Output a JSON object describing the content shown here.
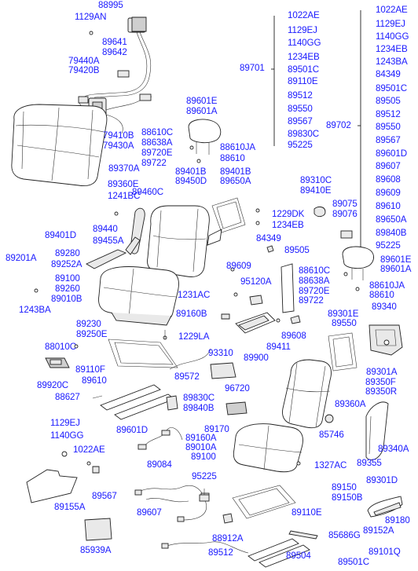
{
  "labels": {
    "p88995": "88995",
    "p1129AN": "1129AN",
    "p89641": "89641",
    "p89642": "89642",
    "p79440A": "79440A",
    "p79420B": "79420B",
    "p79410B": "79410B",
    "p79430A": "79430A",
    "p89370A": "89370A",
    "p89360E": "89360E",
    "p1241BC": "1241BC",
    "p89601E_a": "89601E",
    "p89601A_a": "89601A",
    "p88610C_a": "88610C",
    "p88638A_a": "88638A",
    "p89720E_a": "89720E",
    "p89722_a": "89722",
    "p88610JA_a": "88610JA",
    "p88610_a": "88610",
    "p89401B_a": "89401B",
    "p89450D": "89450D",
    "p89401B_b": "89401B",
    "p89650A_a": "89650A",
    "p89460C": "89460C",
    "p89401D": "89401D",
    "p89440": "89440",
    "p89455A": "89455A",
    "p89201A": "89201A",
    "p89280": "89280",
    "p89252A": "89252A",
    "p89100_a": "89100",
    "p89260": "89260",
    "p89010B": "89010B",
    "p1243BA": "1243BA",
    "p1229DK": "1229DK",
    "p1234EB_a": "1234EB",
    "p84349_a": "84349",
    "p89505_a": "89505",
    "p89609_a": "89609",
    "p95120A": "95120A",
    "p1231AC": "1231AC",
    "p89160B": "89160B",
    "p89230": "89230",
    "p89250E": "89250E",
    "p1229LA": "1229LA",
    "p88010C": "88010C",
    "p89900": "89900",
    "p89411": "89411",
    "p89608_a": "89608",
    "p89920C": "89920C",
    "p89110F": "89110F",
    "p89610_a": "89610",
    "p93310": "93310",
    "p89572": "89572",
    "p88627": "88627",
    "p89830C_a": "89830C",
    "p89840B_a": "89840B",
    "p96720": "96720",
    "p89601D_a": "89601D",
    "p1129EJ_a": "1129EJ",
    "p1140GG_a": "1140GG",
    "p1022AE_a": "1022AE",
    "p89084": "89084",
    "p89170": "89170",
    "p89160A": "89160A",
    "p89010A": "89010A",
    "p89100_b": "89100",
    "p95225_a": "95225",
    "p89567_a": "89567",
    "p89155A": "89155A",
    "p89607_a": "89607",
    "p85939A": "85939A",
    "p88912A": "88912A",
    "p89512_a": "89512",
    "p89504": "89504",
    "p89501C_a": "89501C",
    "p85686G": "85686G",
    "p89150": "89150",
    "p89150B": "89150B",
    "p89110E": "89110E",
    "p1327AC": "1327AC",
    "p85746": "85746",
    "p89360A": "89360A",
    "p89301E": "89301E",
    "p89550_a": "89550",
    "p89340": "89340",
    "p89301A": "89301A",
    "p89350F": "89350F",
    "p89350R": "89350R",
    "p89340A": "89340A",
    "p89355": "89355",
    "p89301D": "89301D",
    "p89180": "89180",
    "p89152A": "89152A",
    "p89101Q": "89101Q",
    "p89310C": "89310C",
    "p89410E": "89410E",
    "p89075": "89075",
    "p89076": "89076",
    "p89601E_b": "89601E",
    "p89601A_b": "89601A",
    "p88610C_b": "88610C",
    "p88638A_b": "88638A",
    "p89720E_b": "89720E",
    "p89722_b": "89722",
    "p88610JA_b": "88610JA",
    "p88610_b": "88610",
    "p89701": "89701",
    "p89702": "89702"
  },
  "group_89701": [
    "1022AE",
    "1129EJ",
    "1140GG",
    "1234EB",
    "89501C",
    "89110E",
    "89512",
    "89550",
    "89567",
    "89830C",
    "95225"
  ],
  "group_89702": [
    "1022AE",
    "1129EJ",
    "1140GG",
    "1234EB",
    "1243BA",
    "84349",
    "89501C",
    "89505",
    "89512",
    "89550",
    "89567",
    "89601D",
    "89607",
    "89608",
    "89609",
    "89610",
    "89650A",
    "89840B",
    "95225"
  ]
}
